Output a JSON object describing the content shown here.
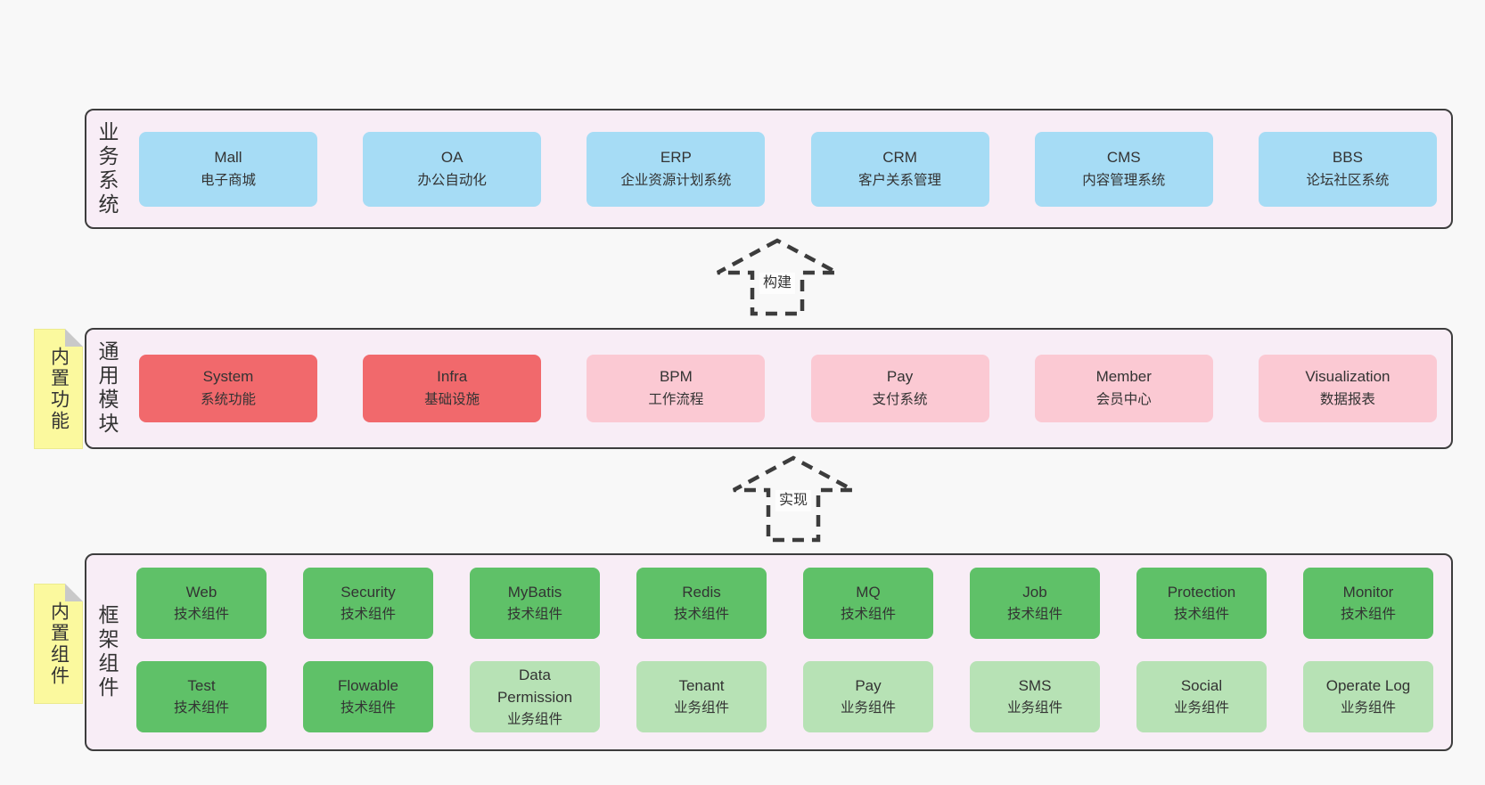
{
  "colors": {
    "page_background": "#f8f8f8",
    "panel_background": "#f8edf6",
    "panel_border": "#3d3d3d",
    "business_box": "#a6dcf5",
    "core_module_box": "#f1696c",
    "module_box": "#fbc9d3",
    "tech_component_box": "#5fc168",
    "biz_component_box": "#b7e2b5",
    "sticky_note": "#fbf99e",
    "arrow_stroke": "#3c3c3c",
    "text": "#333333"
  },
  "arrows": [
    {
      "label": "构建"
    },
    {
      "label": "实现"
    }
  ],
  "sections": {
    "business": {
      "side_label": "业务系统",
      "boxes": [
        {
          "title": "Mall",
          "subtitle": "电子商城"
        },
        {
          "title": "OA",
          "subtitle": "办公自动化"
        },
        {
          "title": "ERP",
          "subtitle": "企业资源计划系统"
        },
        {
          "title": "CRM",
          "subtitle": "客户关系管理"
        },
        {
          "title": "CMS",
          "subtitle": "内容管理系统"
        },
        {
          "title": "BBS",
          "subtitle": "论坛社区系统"
        }
      ]
    },
    "modules": {
      "sticky_note": "内置功能",
      "side_label": "通用模块",
      "boxes": [
        {
          "title": "System",
          "subtitle": "系统功能"
        },
        {
          "title": "Infra",
          "subtitle": "基础设施"
        },
        {
          "title": "BPM",
          "subtitle": "工作流程"
        },
        {
          "title": "Pay",
          "subtitle": "支付系统"
        },
        {
          "title": "Member",
          "subtitle": "会员中心"
        },
        {
          "title": "Visualization",
          "subtitle": "数据报表"
        }
      ]
    },
    "framework": {
      "sticky_note": "内置组件",
      "side_label": "框架组件",
      "row1": [
        {
          "title": "Web",
          "subtitle": "技术组件"
        },
        {
          "title": "Security",
          "subtitle": "技术组件"
        },
        {
          "title": "MyBatis",
          "subtitle": "技术组件"
        },
        {
          "title": "Redis",
          "subtitle": "技术组件"
        },
        {
          "title": "MQ",
          "subtitle": "技术组件"
        },
        {
          "title": "Job",
          "subtitle": "技术组件"
        },
        {
          "title": "Protection",
          "subtitle": "技术组件"
        },
        {
          "title": "Monitor",
          "subtitle": "技术组件"
        }
      ],
      "row2": [
        {
          "title": "Test",
          "subtitle": "技术组件"
        },
        {
          "title": "Flowable",
          "subtitle": "技术组件"
        },
        {
          "title": "Data Permission",
          "subtitle": "业务组件"
        },
        {
          "title": "Tenant",
          "subtitle": "业务组件"
        },
        {
          "title": "Pay",
          "subtitle": "业务组件"
        },
        {
          "title": "SMS",
          "subtitle": "业务组件"
        },
        {
          "title": "Social",
          "subtitle": "业务组件"
        },
        {
          "title": "Operate Log",
          "subtitle": "业务组件"
        }
      ]
    }
  }
}
